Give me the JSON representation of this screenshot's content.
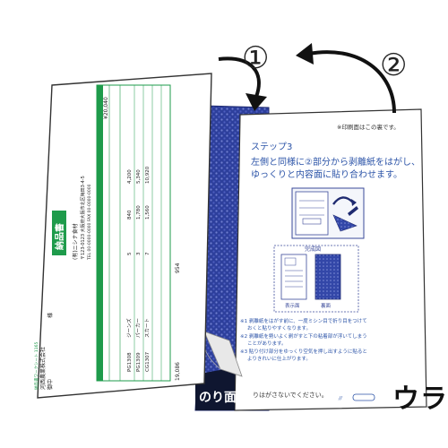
{
  "callouts": {
    "step1": "①",
    "step2": "②"
  },
  "labels": {
    "ura": "ウラ",
    "nori_men": "のり面"
  },
  "instruction_sheet": {
    "print_side_note": "※印刷面はこの裏です。",
    "step_title": "ステップ3",
    "step_body_line1": "左側と同様に②部分から剥離紙をはがし、",
    "step_body_line2": "ゆっくりと内容面に貼り合わせます。",
    "diagram_caption": "完成図",
    "front_label": "表示面",
    "back_label": "裏面",
    "note1_line1": "※1 剥離紙をはがす前に、一度ミシン目で折り目をつけて",
    "note1_line2": "おくと貼りやすくなります。",
    "note2_line1": "※2 剥離紙を勢いよく剥がすと下の粘着部が浮いてしまう",
    "note2_line2": "ことがあります。",
    "note3_line1": "※3 貼り付け部分をゆっくり空気を押し出すように貼ると",
    "note3_line2": "よりきれいに仕上がります。",
    "footer_fragment": "りはがさないでください。"
  },
  "delivery_slip": {
    "title": "納品書",
    "company": "(有)ニシナ食材",
    "postal": "〒123-0123 大阪府大阪市北区梅田3-4-5",
    "tel": "TEL 00-0000-0000 FAX 00-0000-0000",
    "customer_line1": "河西農業株式会社",
    "customer_line2": "御中",
    "customer_line3": "様",
    "form_code": "納品書ワークシート 1165",
    "total": "¥20,040",
    "subtotal": "19,086",
    "tax": "954",
    "rows": [
      {
        "code": "PG1308",
        "name": "ジーンズ",
        "qty": "5",
        "unit": "840",
        "amount": "4,200"
      },
      {
        "code": "PG1309",
        "name": "パーカー",
        "qty": "3",
        "unit": "1,780",
        "amount": "5,340"
      },
      {
        "code": "CG1307",
        "name": "スカート",
        "qty": "7",
        "unit": "1,560",
        "amount": "10,920"
      }
    ]
  }
}
